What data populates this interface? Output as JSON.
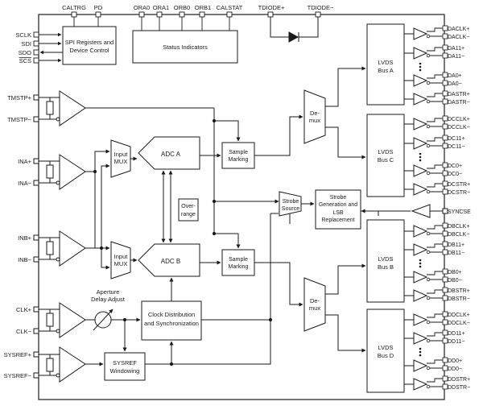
{
  "top_pins": {
    "caltrg": "CALTRG",
    "pd": "PD",
    "ora0": "ORA0",
    "ora1": "ORA1",
    "orb0": "ORB0",
    "orb1": "ORB1",
    "calstat": "CALSTAT",
    "tdiode_p": "TDIODE+",
    "tdiode_n": "TDIODE−"
  },
  "left_pins": {
    "sclk": "SCLK",
    "sdi": "SDI",
    "sdo": "SDO",
    "scs": "SCS",
    "tmstp_p": "TMSTP+",
    "tmstp_n": "TMSTP−",
    "ina_p": "INA+",
    "ina_n": "INA−",
    "inb_p": "INB+",
    "inb_n": "INB−",
    "clk_p": "CLK+",
    "clk_n": "CLK−",
    "sysref_p": "SYSREF+",
    "sysref_n": "SYSREF−"
  },
  "blocks": {
    "spi_line1": "SPI Registers and",
    "spi_line2": "Device Control",
    "status": "Status Indicators",
    "adc_a": "ADC A",
    "adc_b": "ADC B",
    "mux_line1": "Input",
    "mux_line2": "MUX",
    "overrange_line1": "Over-",
    "overrange_line2": "range",
    "sample_line1": "Sample",
    "sample_line2": "Marking",
    "demux_line1": "De-",
    "demux_line2": "mux",
    "strobe_src_line1": "Strobe",
    "strobe_src_line2": "Source",
    "strobe_gen_line1": "Strobe",
    "strobe_gen_line2": "Generation and",
    "strobe_gen_line3": "LSB",
    "strobe_gen_line4": "Replacement",
    "clock_line1": "Clock Distribution",
    "clock_line2": "and Synchronization",
    "sysref_line1": "SYSREF",
    "sysref_line2": "Windowing",
    "aperture_line1": "Aperture",
    "aperture_line2": "Delay Adjust",
    "lvds_word": "LVDS",
    "bus_a": "Bus A",
    "bus_c": "Bus C",
    "bus_b": "Bus B",
    "bus_d": "Bus D"
  },
  "right_pins": {
    "a": [
      "DACLK+",
      "DACLK−",
      "DA11+",
      "DA11−",
      "DA0+",
      "DA0−",
      "DASTR+",
      "DASTR−"
    ],
    "c": [
      "DCCLK+",
      "DCCLK−",
      "DC11+",
      "DC11−",
      "DC0+",
      "DC0−",
      "DCSTR+",
      "DCSTR−"
    ],
    "sync": "SYNCSE",
    "b": [
      "DBCLK+",
      "DBCLK−",
      "DB11+",
      "DB11−",
      "DB0+",
      "DB0−",
      "DBSTR+",
      "DBSTR−"
    ],
    "d": [
      "DDCLK+",
      "DDCLK−",
      "DD11+",
      "DD11−",
      "DD0+",
      "DD0−",
      "DDSTR+",
      "DDSTR−"
    ]
  }
}
